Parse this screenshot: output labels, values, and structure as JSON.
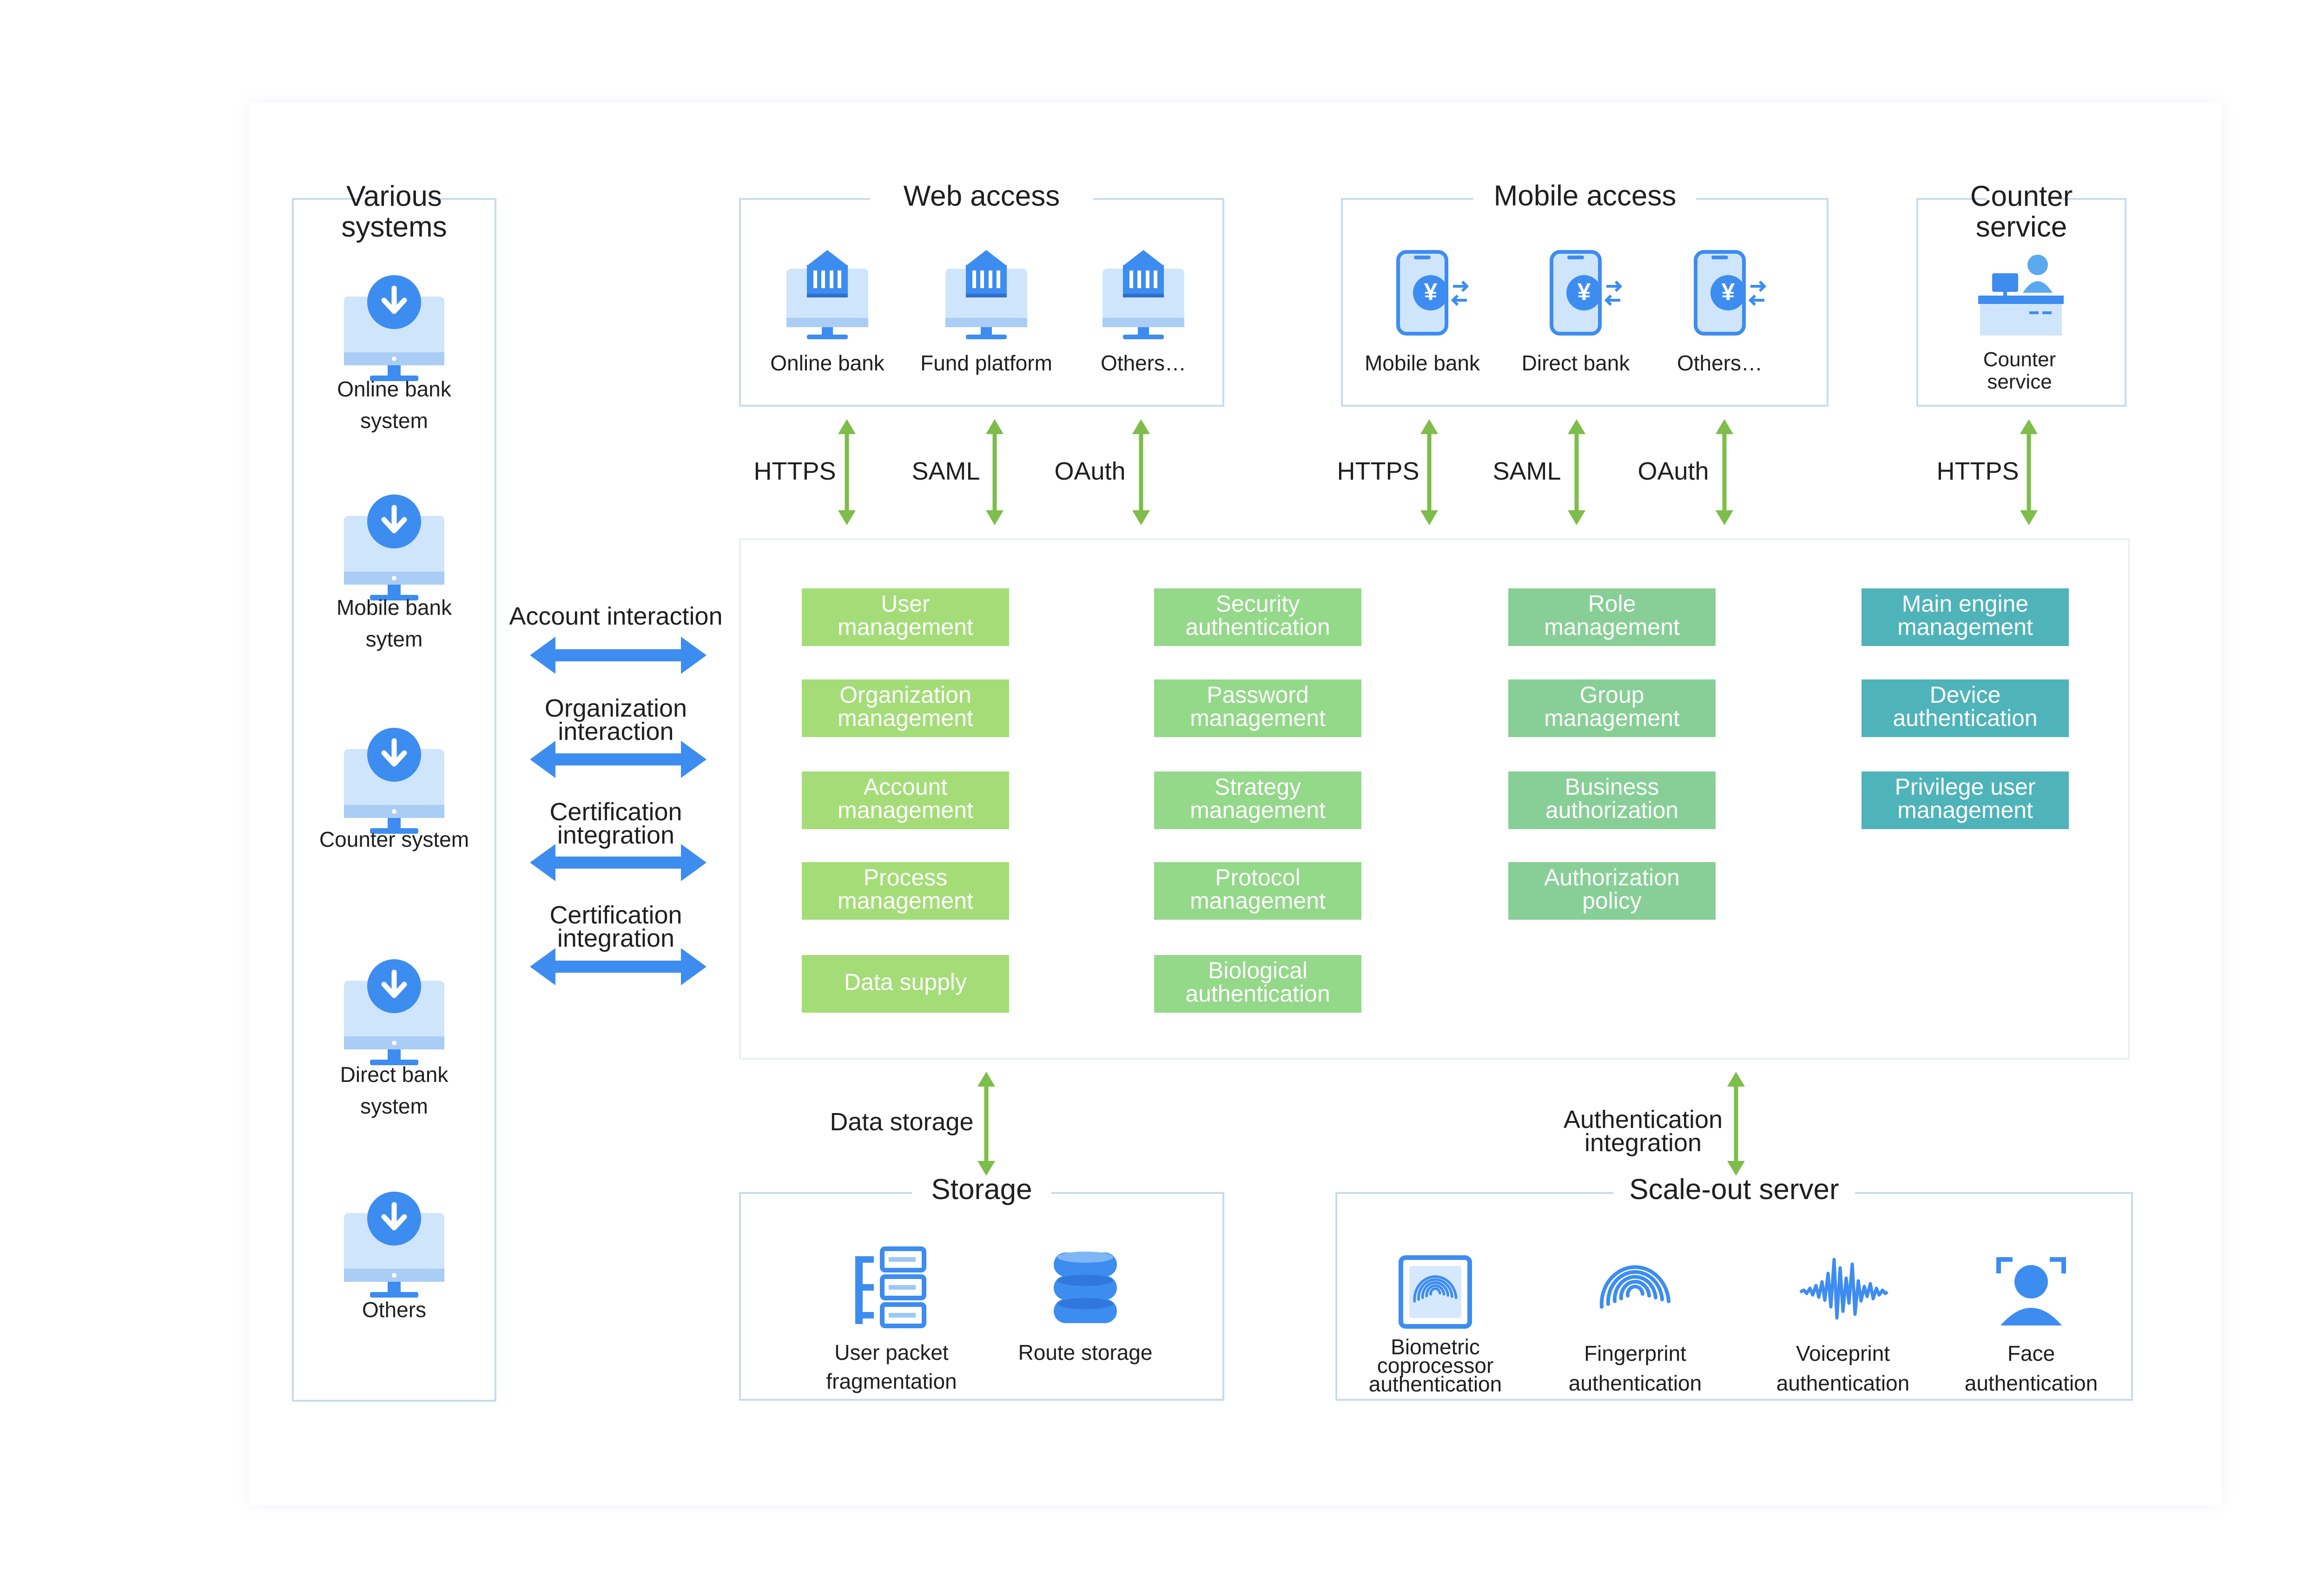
{
  "various_systems": {
    "title": [
      "Various",
      "systems"
    ],
    "items": [
      [
        "Online bank",
        "system"
      ],
      [
        "Mobile bank",
        "sytem"
      ],
      [
        "Counter system"
      ],
      [
        "Direct bank",
        "system"
      ],
      [
        "Others"
      ]
    ]
  },
  "interactions": [
    [
      "Account interaction"
    ],
    [
      "Organization",
      "interaction"
    ],
    [
      "Certification",
      "integration"
    ],
    [
      "Certification",
      "integration"
    ]
  ],
  "web_access": {
    "title": "Web access",
    "items": [
      "Online bank",
      "Fund platform",
      "Others…"
    ],
    "protocols": [
      "HTTPS",
      "SAML",
      "OAuth"
    ]
  },
  "mobile_access": {
    "title": "Mobile access",
    "items": [
      "Mobile bank",
      "Direct bank",
      "Others…"
    ],
    "protocols": [
      "HTTPS",
      "SAML",
      "OAuth"
    ]
  },
  "counter_service": {
    "title": [
      "Counter",
      "service"
    ],
    "item": [
      "Counter",
      "service"
    ],
    "protocol": "HTTPS"
  },
  "modules": [
    {
      "color": "#a4dd78",
      "items": [
        [
          "User",
          "management"
        ],
        [
          "Organization",
          "management"
        ],
        [
          "Account",
          "management"
        ],
        [
          "Process",
          "management"
        ],
        [
          "Data supply"
        ]
      ]
    },
    {
      "color": "#94d88a",
      "items": [
        [
          "Security",
          "authentication"
        ],
        [
          "Password",
          "management"
        ],
        [
          "Strategy",
          "management"
        ],
        [
          "Protocol",
          "management"
        ],
        [
          "Biological",
          "authentication"
        ]
      ]
    },
    {
      "color": "#87cf96",
      "items": [
        [
          "Role",
          "management"
        ],
        [
          "Group",
          "management"
        ],
        [
          "Business",
          "authorization"
        ],
        [
          "Authorization",
          "policy"
        ]
      ]
    },
    {
      "color": "#4fb3ba",
      "items": [
        [
          "Main engine",
          "management"
        ],
        [
          "Device",
          "authentication"
        ],
        [
          "Privilege user",
          "management"
        ]
      ]
    }
  ],
  "storage": {
    "title": "Storage",
    "link_label": [
      "Data storage"
    ],
    "items": [
      [
        "User packet",
        "fragmentation"
      ],
      [
        "Route storage"
      ]
    ]
  },
  "scaleout": {
    "title": "Scale-out server",
    "link_label": [
      "Authentication",
      "integration"
    ],
    "items": [
      [
        "Biometric",
        "coprocessor",
        "authentication"
      ],
      [
        "Fingerprint",
        "authentication"
      ],
      [
        "Voiceprint",
        "authentication"
      ],
      [
        "Face",
        "authentication"
      ]
    ]
  },
  "colors": {
    "frame": "#c6dcec",
    "green_arrow": "#7dbd4a",
    "blue_arrow": "#3d8cf0",
    "icon_blue": "#3d8cf0",
    "icon_light": "#cfe5fb"
  }
}
